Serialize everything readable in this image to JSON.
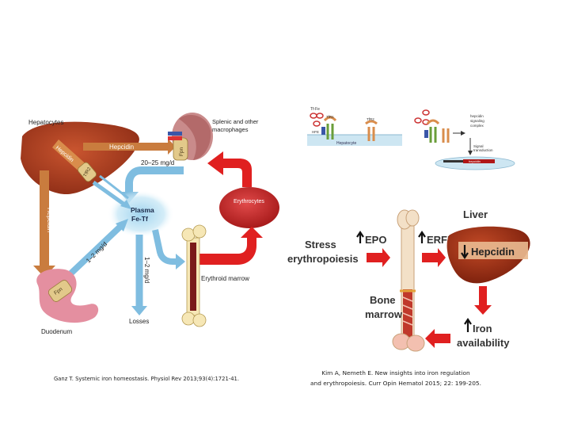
{
  "left": {
    "hepatocytes": "Hepatocytes",
    "splenic_line1": "Splenic and other",
    "splenic_line2": "macrophages",
    "hepcidin_liver": "Hepcidin",
    "hepcidin_top": "Hepcidin",
    "hepcidin_side": "Hepcidin",
    "tfr2": "TfR2",
    "fpn_macro": "Fpn",
    "fpn_duod": "Fpn",
    "recycle": "20–25 mg/d",
    "plasma_line1": "Plasma",
    "plasma_line2": "Fe-Tf",
    "erythrocytes": "Erythrocytes",
    "absorb": "1–2 mg/d",
    "loss_rate": "1–2 mg/d",
    "marrow": "Erythroid marrow",
    "duodenum": "Duodenum",
    "losses": "Losses",
    "citation": "Ganz T. Systemic iron homeostasis. Physiol Rev 2013;93(4):1721-41."
  },
  "right": {
    "tfr_a": "TfR1",
    "tfr_b": "TfR2",
    "tffe": "Tf-Fe",
    "hfe": "HFE",
    "hepatocyte": "Hepatocyte",
    "complex_1": "hepcidin",
    "complex_2": "signaling",
    "complex_3": "complex",
    "signal_1": "Signal",
    "signal_2": "transduction",
    "hepcidin_gene": "hepcidin",
    "stress_1": "Stress",
    "stress_2": "erythropoiesis",
    "epo": "EPO",
    "erfe": "ERFE",
    "liver": "Liver",
    "hepcidin": "Hepcidin",
    "bone_1": "Bone",
    "bone_2": "marrow",
    "iron_1": "Iron",
    "iron_2": "availability",
    "citation_1": "Kim A, Nemeth E. New insights into iron regulation",
    "citation_2": "and erythropoiesis. Curr Opin Hematol 2015; 22: 199-205."
  }
}
